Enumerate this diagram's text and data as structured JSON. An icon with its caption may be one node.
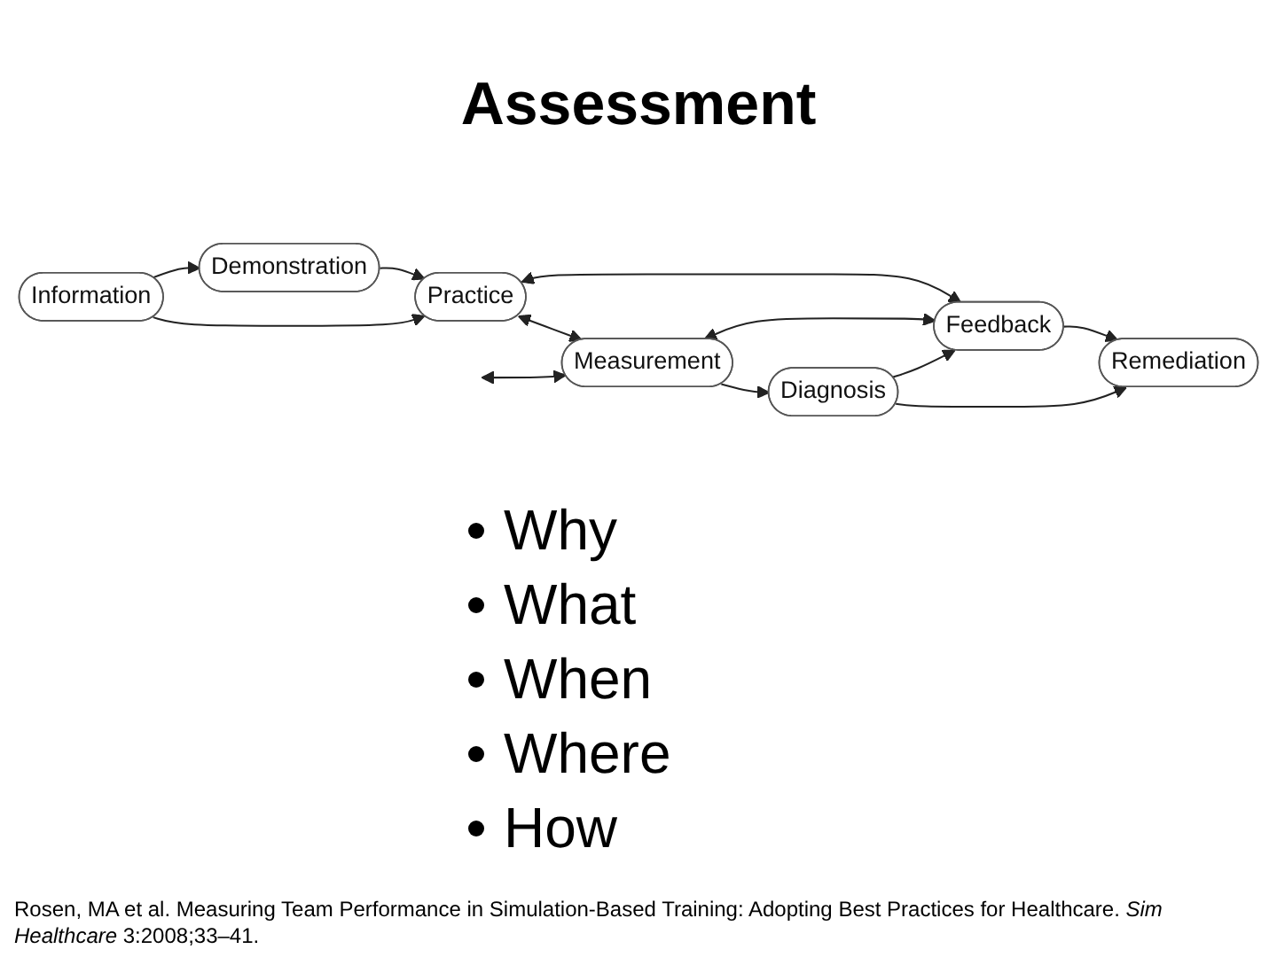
{
  "diagram": {
    "title": "Assessment",
    "caption": "Rosen, MA et al. Measuring Team Performance in Simulation-Based Training: Adopting Best Practices for Healthcare. *Sim Healthcare* 3:2008;33–41.",
    "nodes": [
      {
        "text": [
          "Information"
        ]
      },
      {
        "text": [
          "Demonstration"
        ]
      },
      {
        "text": [
          "Practice"
        ]
      },
      {
        "text": [
          "Feedback"
        ]
      },
      {
        "text": [
          "Remediation"
        ]
      },
      {
        "text": [
          "Measurement"
        ]
      },
      {
        "text": [
          "Diagnosis"
        ]
      }
    ],
    "edges": [
      {
        "from": 0,
        "to": 1,
        "arrow": "to"
      },
      {
        "from": 1,
        "to": 2,
        "arrow": "to"
      },
      {
        "from": 0,
        "to": 2,
        "arrow": "to"
      },
      {
        "from": 2,
        "to": 3,
        "arrow": "both"
      },
      {
        "from": 3,
        "to": 4,
        "arrow": "to"
      },
      {
        "from": 2,
        "to": 5,
        "arrow": "both"
      },
      {
        "from": null,
        "to": 5,
        "arrow": "both"
      },
      {
        "from": 5,
        "to": 3,
        "arrow": "both"
      },
      {
        "from": 5,
        "to": 6,
        "arrow": "to"
      },
      {
        "from": 6,
        "to": 3,
        "arrow": "to"
      },
      {
        "from": 6,
        "to": 4,
        "arrow": "to"
      }
    ],
    "labels": [
      "Why",
      "What",
      "When",
      "Where",
      "How"
    ]
  }
}
